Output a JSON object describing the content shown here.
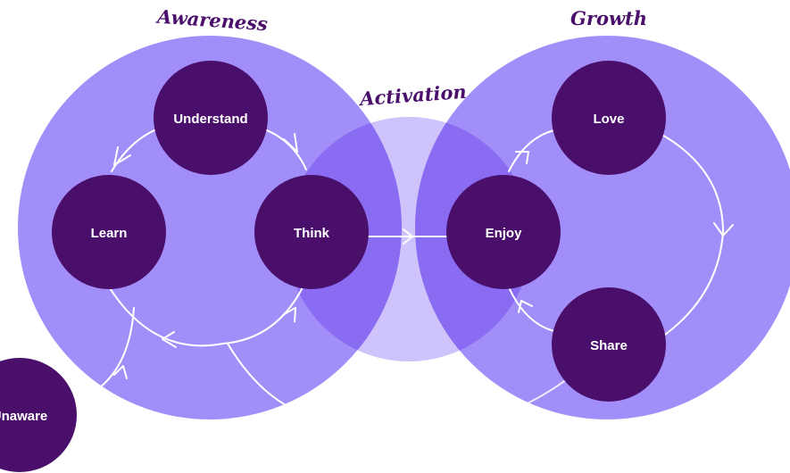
{
  "sections": {
    "awareness": "Awareness",
    "activation": "Activation",
    "growth": "Growth"
  },
  "stages": {
    "understand": "Understand",
    "learn": "Learn",
    "think": "Think",
    "enjoy": "Enjoy",
    "love": "Love",
    "share": "Share",
    "unaware": "Unaware"
  },
  "colors": {
    "outer_circle": "#a28ef8",
    "overlap": "#8a6cf2",
    "activation_circle": "#cfc3fb",
    "node": "#4a0f6b",
    "title": "#4a0f6b",
    "arrow": "#ffffff"
  }
}
